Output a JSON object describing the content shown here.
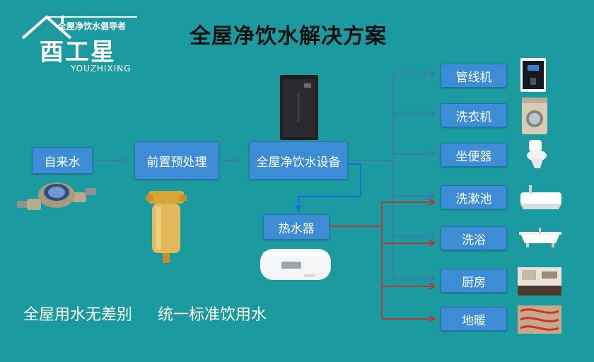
{
  "logo": {
    "top_text": "全屋净饮水倡导者",
    "main_text": "酉工星",
    "sub_text": "YOUZHIXING"
  },
  "title": "全屋净饮水解决方案",
  "slogan": {
    "left": "全屋用水无差别",
    "right": "统一标准饮用水"
  },
  "flow": {
    "source": "自来水",
    "prefilter": "前置预处理",
    "main_unit": "全屋净饮水设备",
    "heater": "热水器"
  },
  "outputs": [
    "管线机",
    "洗衣机",
    "坐便器",
    "洗漱池",
    "洗浴",
    "厨房",
    "地暖"
  ],
  "colors": {
    "background": "#1b9a9f",
    "box": "#3c8dd6",
    "cold_line": "#4a70b0",
    "hot_line": "#e0201b"
  }
}
